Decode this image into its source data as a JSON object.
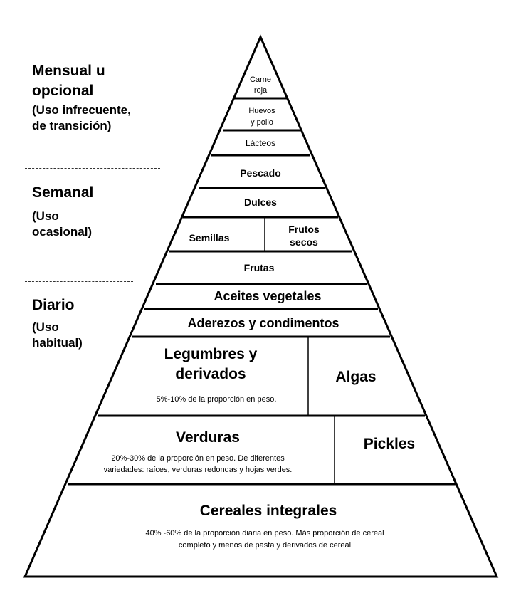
{
  "frequency_labels": {
    "monthly": {
      "title_lines": [
        "Mensual u",
        "opcional"
      ],
      "note_lines": [
        "(Uso infrecuente,",
        "de transición)"
      ]
    },
    "weekly": {
      "title_lines": [
        "Semanal"
      ],
      "note_lines": [
        "(Uso",
        "ocasional)"
      ]
    },
    "daily": {
      "title_lines": [
        "Diario"
      ],
      "note_lines": [
        "(Uso",
        "habitual)"
      ]
    }
  },
  "pyramid": {
    "carne_roja": [
      "Carne",
      "roja"
    ],
    "huevos_pollo": [
      "Huevos",
      "y pollo"
    ],
    "lacteos": "Lácteos",
    "pescado": "Pescado",
    "dulces": "Dulces",
    "semillas": "Semillas",
    "frutos_secos": [
      "Frutos",
      "secos"
    ],
    "frutas": "Frutas",
    "aceites": "Aceites vegetales",
    "aderezos": "Aderezos y condimentos",
    "legumbres_title": [
      "Legumbres y",
      "derivados"
    ],
    "legumbres_note": "5%-10% de la proporción en peso.",
    "algas": "Algas",
    "verduras_title": "Verduras",
    "verduras_note": [
      "20%-30% de la proporción en peso. De diferentes",
      "variedades: raíces, verduras redondas y hojas verdes."
    ],
    "pickles": "Pickles",
    "cereales_title": "Cereales integrales",
    "cereales_note": [
      "40% -60% de la proporción diaria en peso. Más proporción de cereal",
      "completo y menos de pasta y derivados de cereal"
    ]
  }
}
